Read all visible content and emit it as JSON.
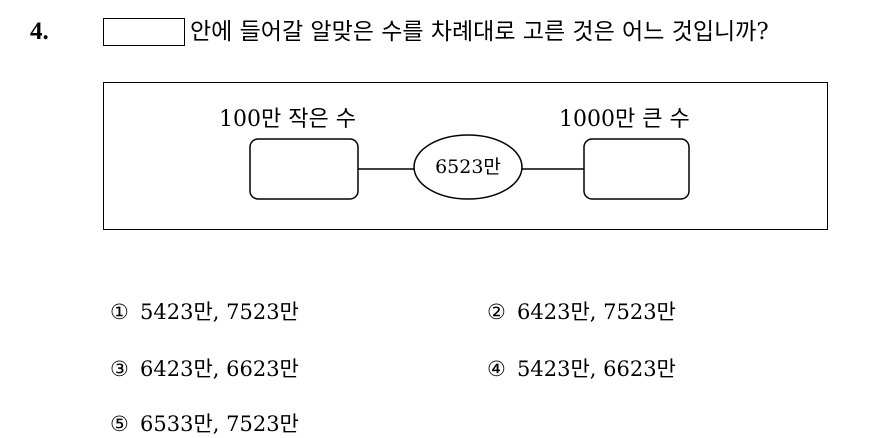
{
  "question": {
    "number": "4.",
    "text": "안에 들어갈 알맞은 수를 차례대로 고른 것은 어느 것입니까?"
  },
  "figure": {
    "left_label": "100만 작은 수",
    "right_label": "1000만 큰 수",
    "center_value": "6523만"
  },
  "choices": [
    {
      "mark": "①",
      "text": "5423만, 7523만"
    },
    {
      "mark": "②",
      "text": "6423만, 7523만"
    },
    {
      "mark": "③",
      "text": "6423만, 6623만"
    },
    {
      "mark": "④",
      "text": "5423만, 6623만"
    },
    {
      "mark": "⑤",
      "text": "6533만, 7523만"
    }
  ]
}
